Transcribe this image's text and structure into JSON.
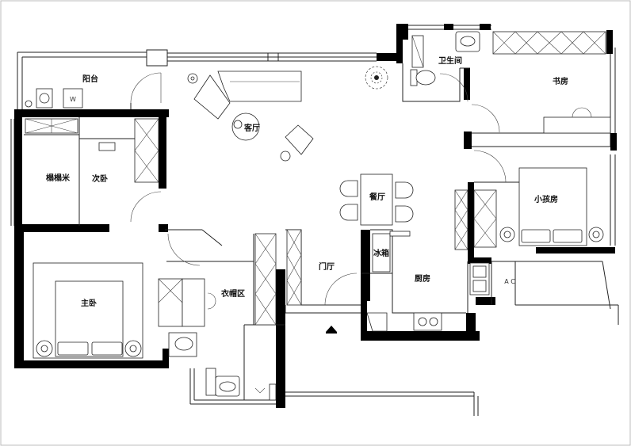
{
  "plan": {
    "rooms": {
      "balcony": "阳台",
      "living": "客厅",
      "tatami": "榻榻米",
      "second_bedroom": "次卧",
      "bathroom": "卫生间",
      "study": "书房",
      "dining": "餐厅",
      "kids_room": "小孩房",
      "fridge": "冰箱",
      "foyer": "门厅",
      "kitchen": "厨房",
      "master": "主卧",
      "cloakroom": "衣帽区",
      "ac": "A C",
      "washer": "W"
    }
  }
}
